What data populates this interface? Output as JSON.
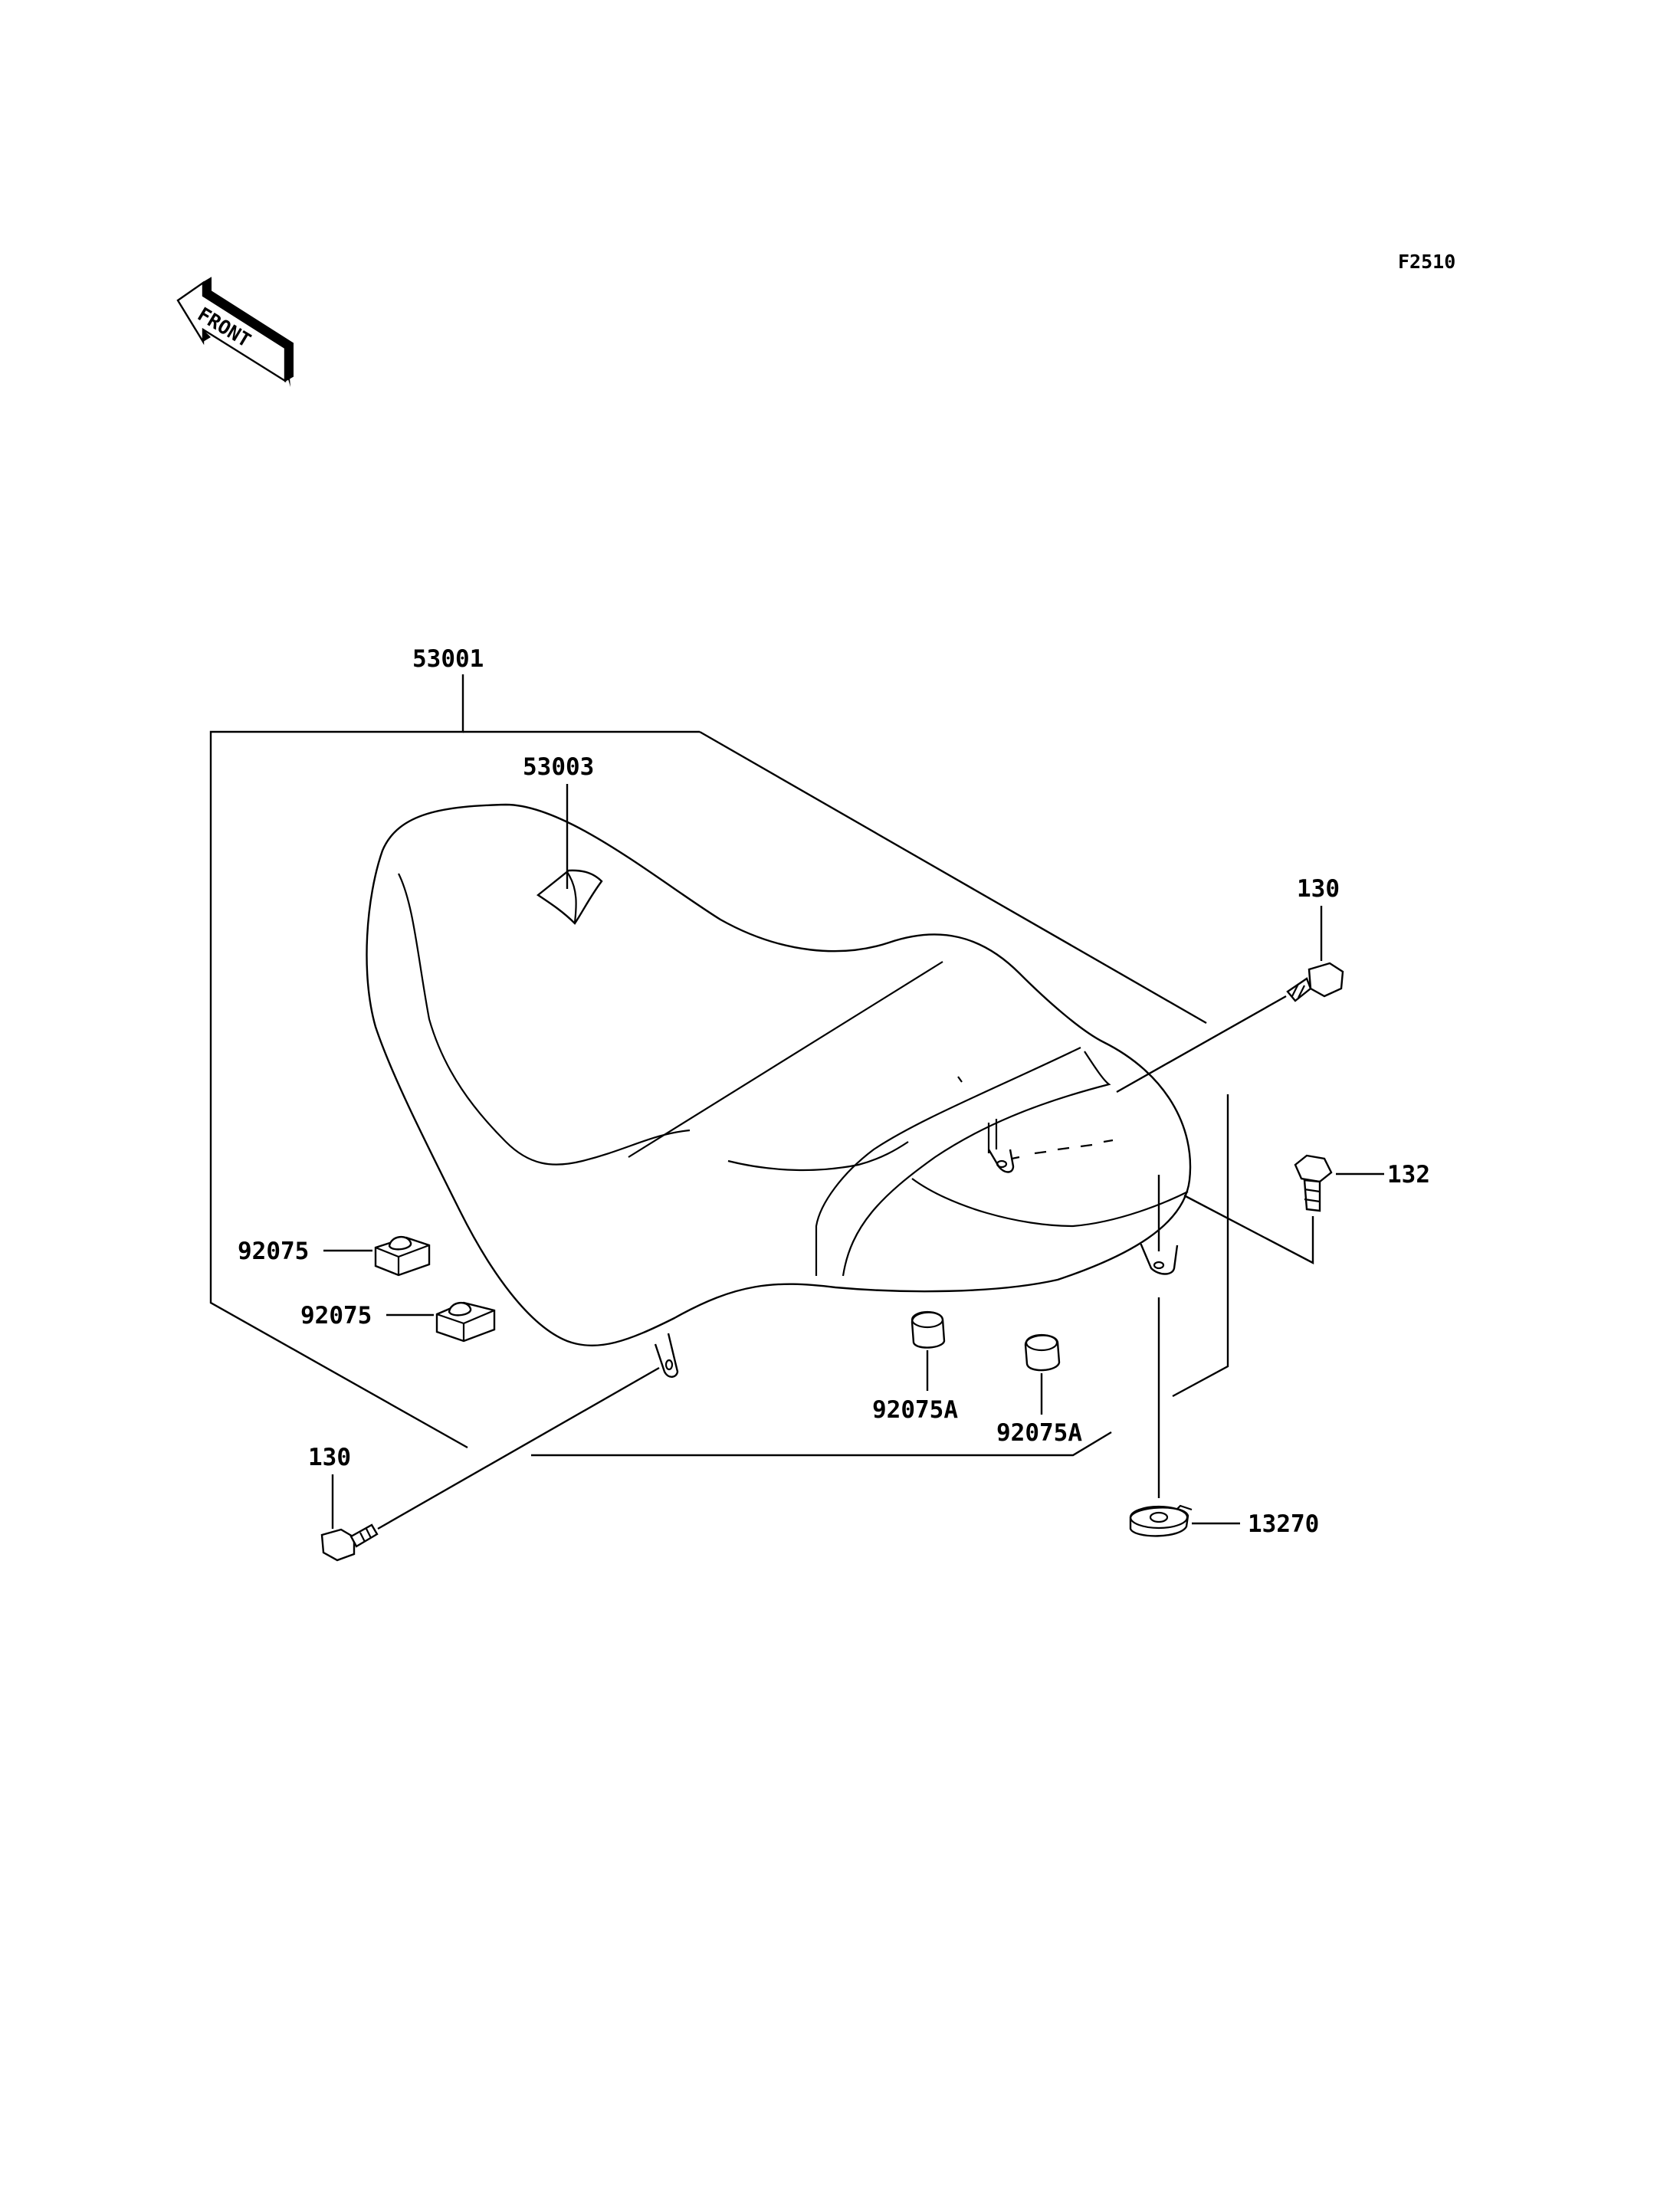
{
  "figure_code": "F2510",
  "front_label": "FRONT",
  "parts": {
    "seat": "53001",
    "label_sticker": "53003",
    "bolt_rear": "130",
    "bolt_front": "130",
    "bolt_side": "132",
    "damper_1": "92075",
    "damper_2": "92075",
    "damper_a_1": "92075A",
    "damper_a_2": "92075A",
    "collar": "13270"
  }
}
